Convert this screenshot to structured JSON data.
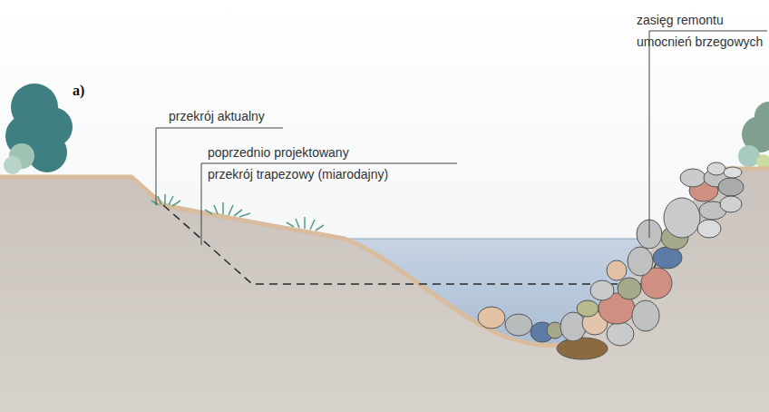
{
  "diagram": {
    "labels": [
      "a)",
      "przekrój aktualny",
      "poprzednio projektowany przekrój trapezowy (miarodajny)",
      "zasięg remontu umocnień brzegowych"
    ]
  }
}
